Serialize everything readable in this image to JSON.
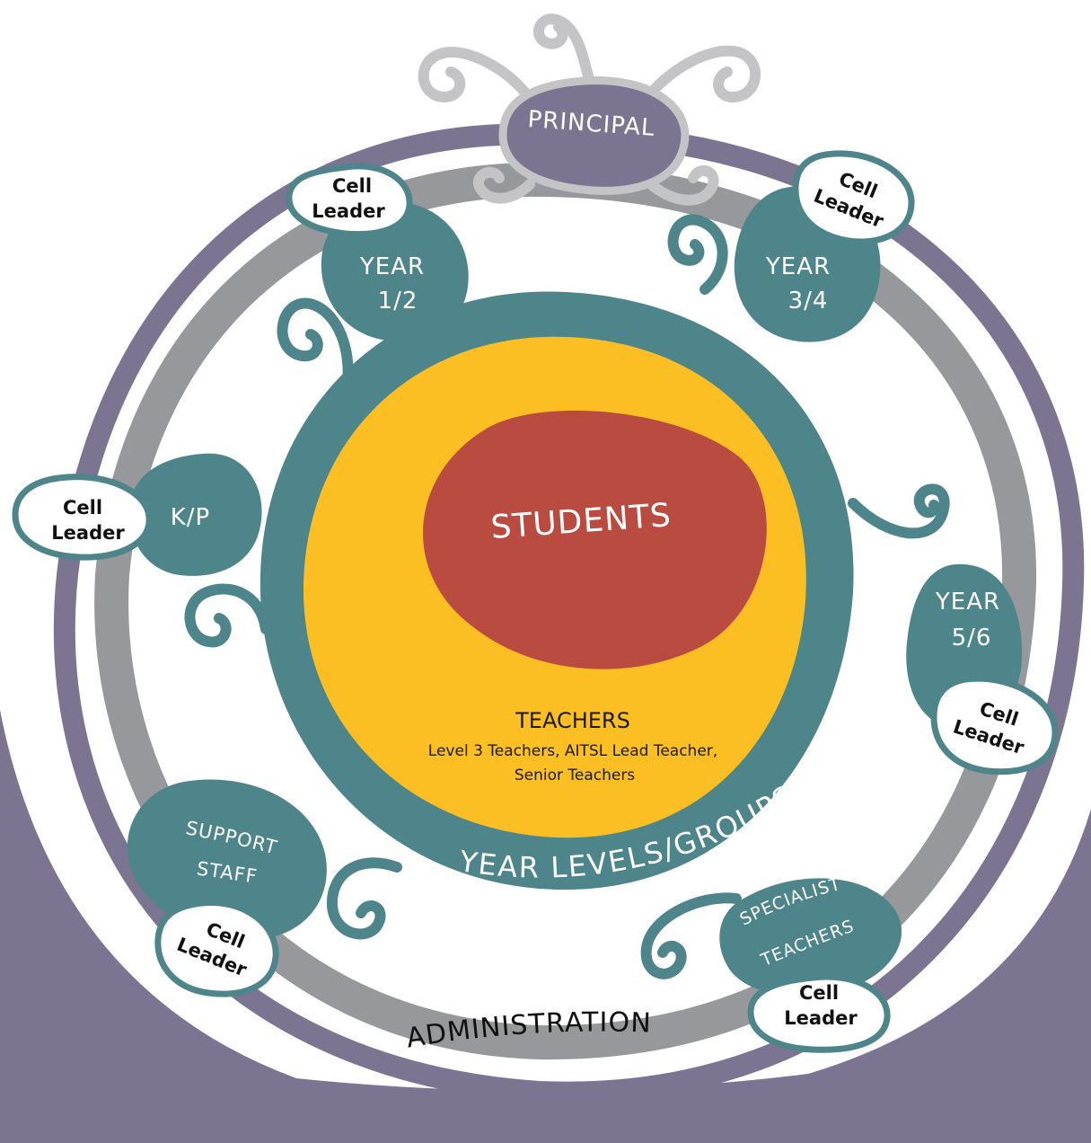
{
  "colors": {
    "purple": "#7c7591",
    "gray": "#97989c",
    "teal": "#4d858b",
    "yellow": "#fbbf24",
    "red": "#b94b40",
    "swirl": "#c4c4c6",
    "white": "#ffffff"
  },
  "principal": {
    "label": "PRINCIPAL"
  },
  "students": {
    "label": "STUDENTS"
  },
  "teachers": {
    "title": "TEACHERS",
    "line1": "Level 3  Teachers, AITSL Lead Teacher,",
    "line2": "Senior Teachers"
  },
  "ring_labels": {
    "year_levels": "YEAR LEVELS/GROUPS",
    "administration": "ADMINISTRATION"
  },
  "groups": {
    "kp": {
      "label": "K/P"
    },
    "year12": {
      "line1": "YEAR",
      "line2": "1/2"
    },
    "year34": {
      "line1": "YEAR",
      "line2": "3/4"
    },
    "year56": {
      "line1": "YEAR",
      "line2": "5/6"
    },
    "support": {
      "line1": "SUPPORT",
      "line2": "STAFF"
    },
    "specialist": {
      "line1": "SPECIALIST",
      "line2": "TEACHERS"
    }
  },
  "cell_leader": {
    "line1": "Cell",
    "line2": "Leader"
  }
}
